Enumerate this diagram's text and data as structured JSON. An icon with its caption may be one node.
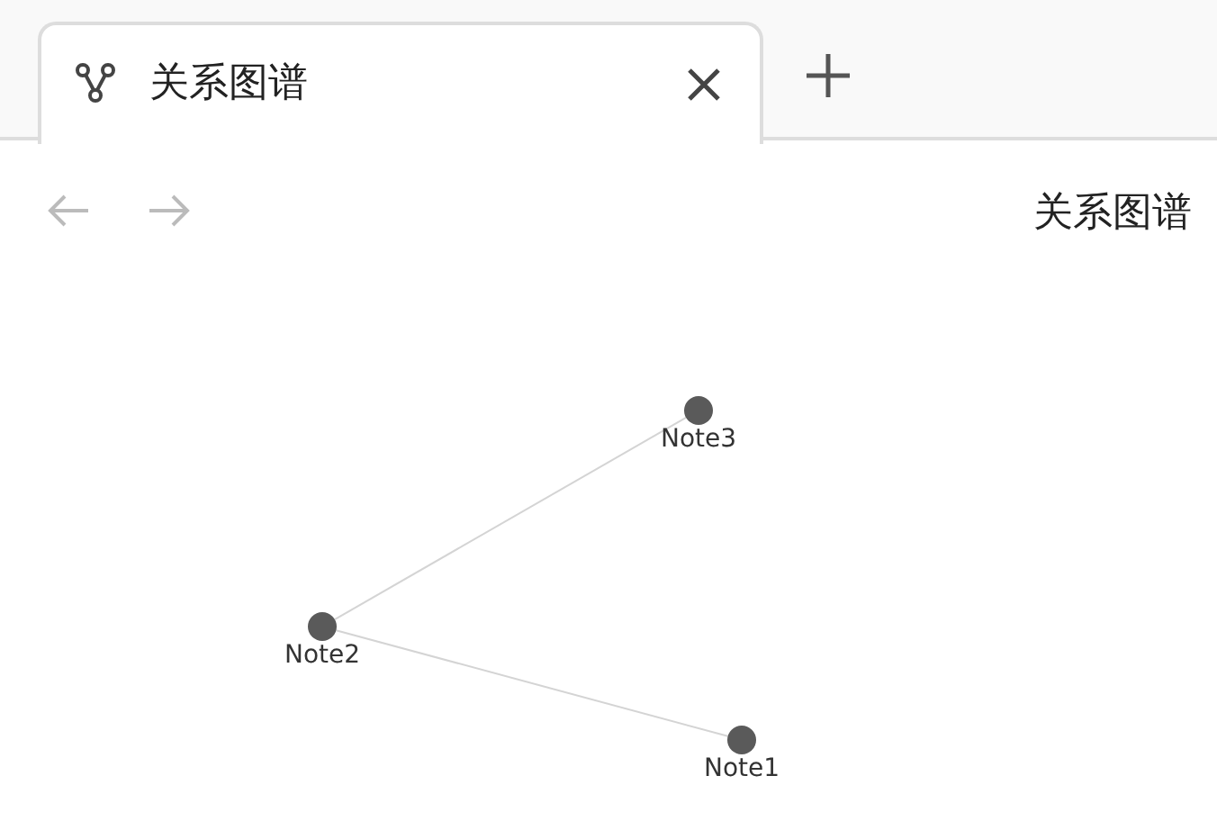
{
  "diagram": {
    "nodes": [
      {
        "text": [
          "Note3"
        ]
      },
      {
        "text": [
          "Note2"
        ]
      },
      {
        "text": [
          "Note1"
        ]
      }
    ],
    "edges": [
      {
        "from": 1,
        "to": 0,
        "arrow": "none"
      },
      {
        "from": 1,
        "to": 2,
        "arrow": "none"
      }
    ],
    "labels": [
      "关系图谱",
      "关系图谱"
    ]
  }
}
